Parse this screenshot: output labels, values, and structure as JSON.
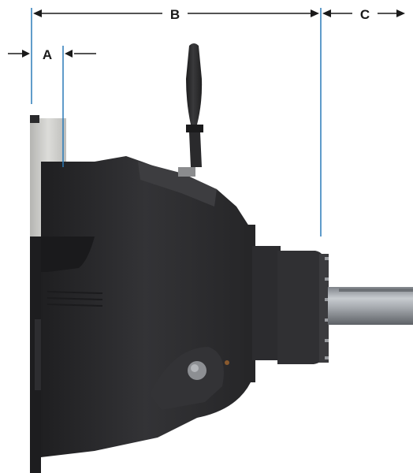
{
  "dimensions": {
    "a": {
      "label": "A"
    },
    "b": {
      "label": "B"
    },
    "c": {
      "label": "C"
    }
  },
  "colors": {
    "reference_line": "#2a7ab8",
    "arrow": "#1a1a1a",
    "housing": "#2b2b2d",
    "housing_highlight": "#3c3c3f",
    "flange_plate": "#c9c9c6",
    "shaft": "#9fa3a8"
  }
}
